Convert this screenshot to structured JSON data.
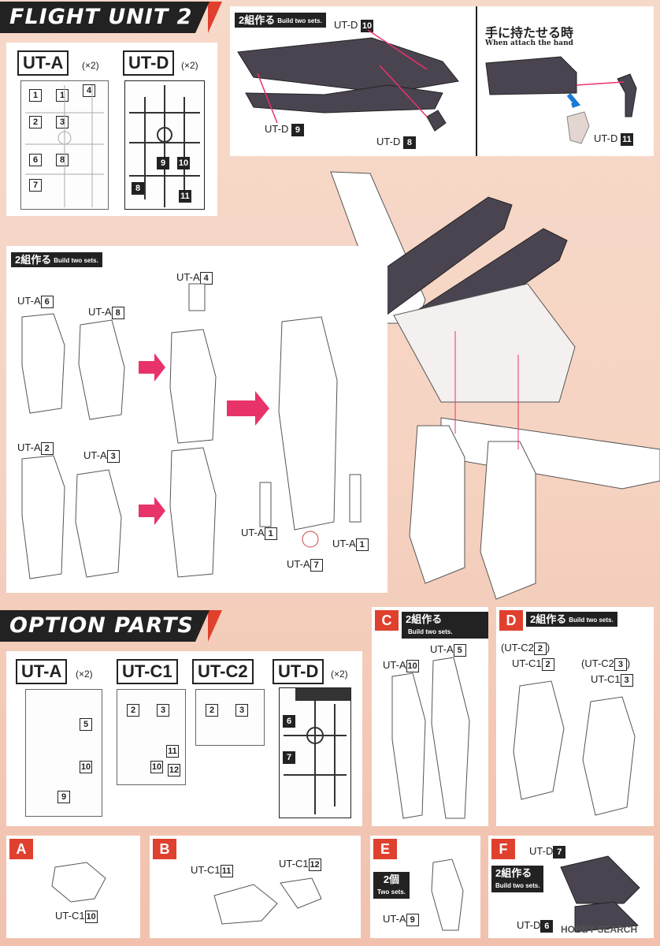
{
  "sections": {
    "flight_unit": {
      "title": "FLIGHT UNIT 2",
      "runners": [
        {
          "name": "UT-A",
          "count": "(×2)",
          "parts": [
            "1",
            "1",
            "2",
            "3",
            "4",
            "6",
            "8",
            "7"
          ]
        },
        {
          "name": "UT-D",
          "count": "(×2)",
          "parts": [
            "9",
            "10",
            "8",
            "11"
          ]
        }
      ],
      "top_panel": {
        "build_jp": "2組作る",
        "build_en": "Build two sets.",
        "labels": {
          "d10": "UT-D",
          "d9": "UT-D",
          "d8": "UT-D"
        },
        "nums": {
          "d10": "10",
          "d9": "9",
          "d8": "8"
        },
        "hand_jp": "手に持たせる時",
        "hand_en": "When attach the hand",
        "d11_label": "UT-D",
        "d11_num": "11"
      },
      "assembly": {
        "build_jp": "2組作る",
        "build_en": "Build two sets.",
        "labels": [
          "UT-A",
          "UT-A",
          "UT-A",
          "UT-A",
          "UT-A",
          "UT-A",
          "UT-A",
          "UT-A"
        ],
        "nums": [
          "6",
          "8",
          "4",
          "2",
          "3",
          "1",
          "7",
          "1"
        ]
      }
    },
    "option_parts": {
      "title": "OPTION PARTS",
      "runners": [
        {
          "name": "UT-A",
          "count": "(×2)",
          "parts": [
            "5",
            "10",
            "9"
          ]
        },
        {
          "name": "UT-C1",
          "count": "",
          "parts": [
            "2",
            "3",
            "11",
            "10",
            "12"
          ]
        },
        {
          "name": "UT-C2",
          "count": "",
          "parts": [
            "2",
            "3"
          ]
        },
        {
          "name": "UT-D",
          "count": "(×2)",
          "parts": [
            "6",
            "7"
          ]
        }
      ],
      "panel_c": {
        "letter": "C",
        "build_jp": "2組作る",
        "build_en": "Build two sets.",
        "label_a5": "UT-A",
        "num_a5": "5",
        "label_a10": "UT-A",
        "num_a10": "10"
      },
      "panel_d": {
        "letter": "D",
        "build_jp": "2組作る",
        "build_en": "Build two sets.",
        "c2_2": "(UT-C2",
        "c2_2n": "2",
        "c2_2close": ")",
        "c1_2": "UT-C1",
        "c1_2n": "2",
        "c2_3": "(UT-C2",
        "c2_3n": "3",
        "c2_3close": ")",
        "c1_3": "UT-C1",
        "c1_3n": "3"
      }
    },
    "bottom": {
      "a": {
        "letter": "A",
        "label": "UT-C1",
        "num": "10"
      },
      "b": {
        "letter": "B",
        "label1": "UT-C1",
        "num1": "11",
        "label2": "UT-C1",
        "num2": "12"
      },
      "e": {
        "letter": "E",
        "jp": "2個",
        "en": "Two sets.",
        "label": "UT-A",
        "num": "9"
      },
      "f": {
        "letter": "F",
        "build_jp": "2組作る",
        "build_en": "Build two sets.",
        "label1": "UT-D",
        "num1": "7",
        "label2": "UT-D",
        "num2": "6"
      }
    },
    "watermark": "HOBBY SEARCH"
  },
  "colors": {
    "accent": "#e0402e",
    "dark": "#222222",
    "part_dark": "#4a4450",
    "arrow": "#e8336a"
  }
}
